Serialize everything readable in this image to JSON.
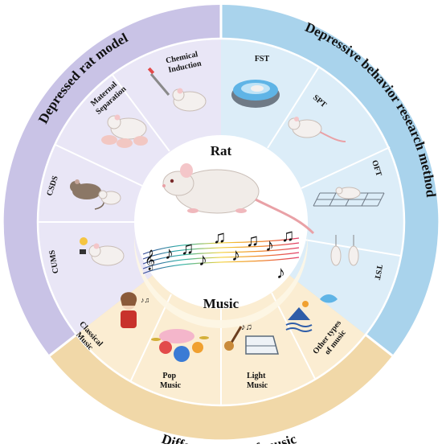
{
  "center": {
    "top_label": "Rat",
    "bottom_label": "Music"
  },
  "outer_ring": {
    "left_title": "Depressed rat model",
    "right_title": "Depressive behavior research method",
    "bottom_title": "Different types of music"
  },
  "models": {
    "chemical": [
      "Chemical",
      "Induction"
    ],
    "maternal": [
      "Maternal",
      "Separation"
    ],
    "csds": "CSDS",
    "cums": "CUMS"
  },
  "methods": {
    "fst": "FST",
    "spt": "SPT",
    "oft": "OFT",
    "tst": "TST"
  },
  "music_types": {
    "classical": [
      "Classical",
      "Music"
    ],
    "pop": [
      "Pop",
      "Music"
    ],
    "light": [
      "Light",
      "Music"
    ],
    "other": [
      "Other types",
      "of music"
    ]
  },
  "colors": {
    "left_outer": "#c9c3e6",
    "left_inner": "#e9e6f6",
    "right_outer": "#a9d3ec",
    "right_inner": "#dcedf8",
    "bottom_outer": "#f1d8a8",
    "bottom_inner": "#fbedd2",
    "divider": "#ffffff"
  },
  "icons": {
    "fst": "water-beaker-icon",
    "spt": "rat-icon",
    "oft": "open-field-grid-icon",
    "tst": "hanging-rat-icon",
    "chemical": "syringe-rat-icon",
    "maternal": "mother-rat-pups-icon",
    "csds": "two-rats-icon",
    "cums": "stress-rat-icon",
    "classical": "composer-portrait-icon",
    "pop": "drum-kit-icon",
    "light": "guitar-piano-icon",
    "other": "landscape-bird-icon",
    "center": "rat-and-music-notes-icon"
  }
}
